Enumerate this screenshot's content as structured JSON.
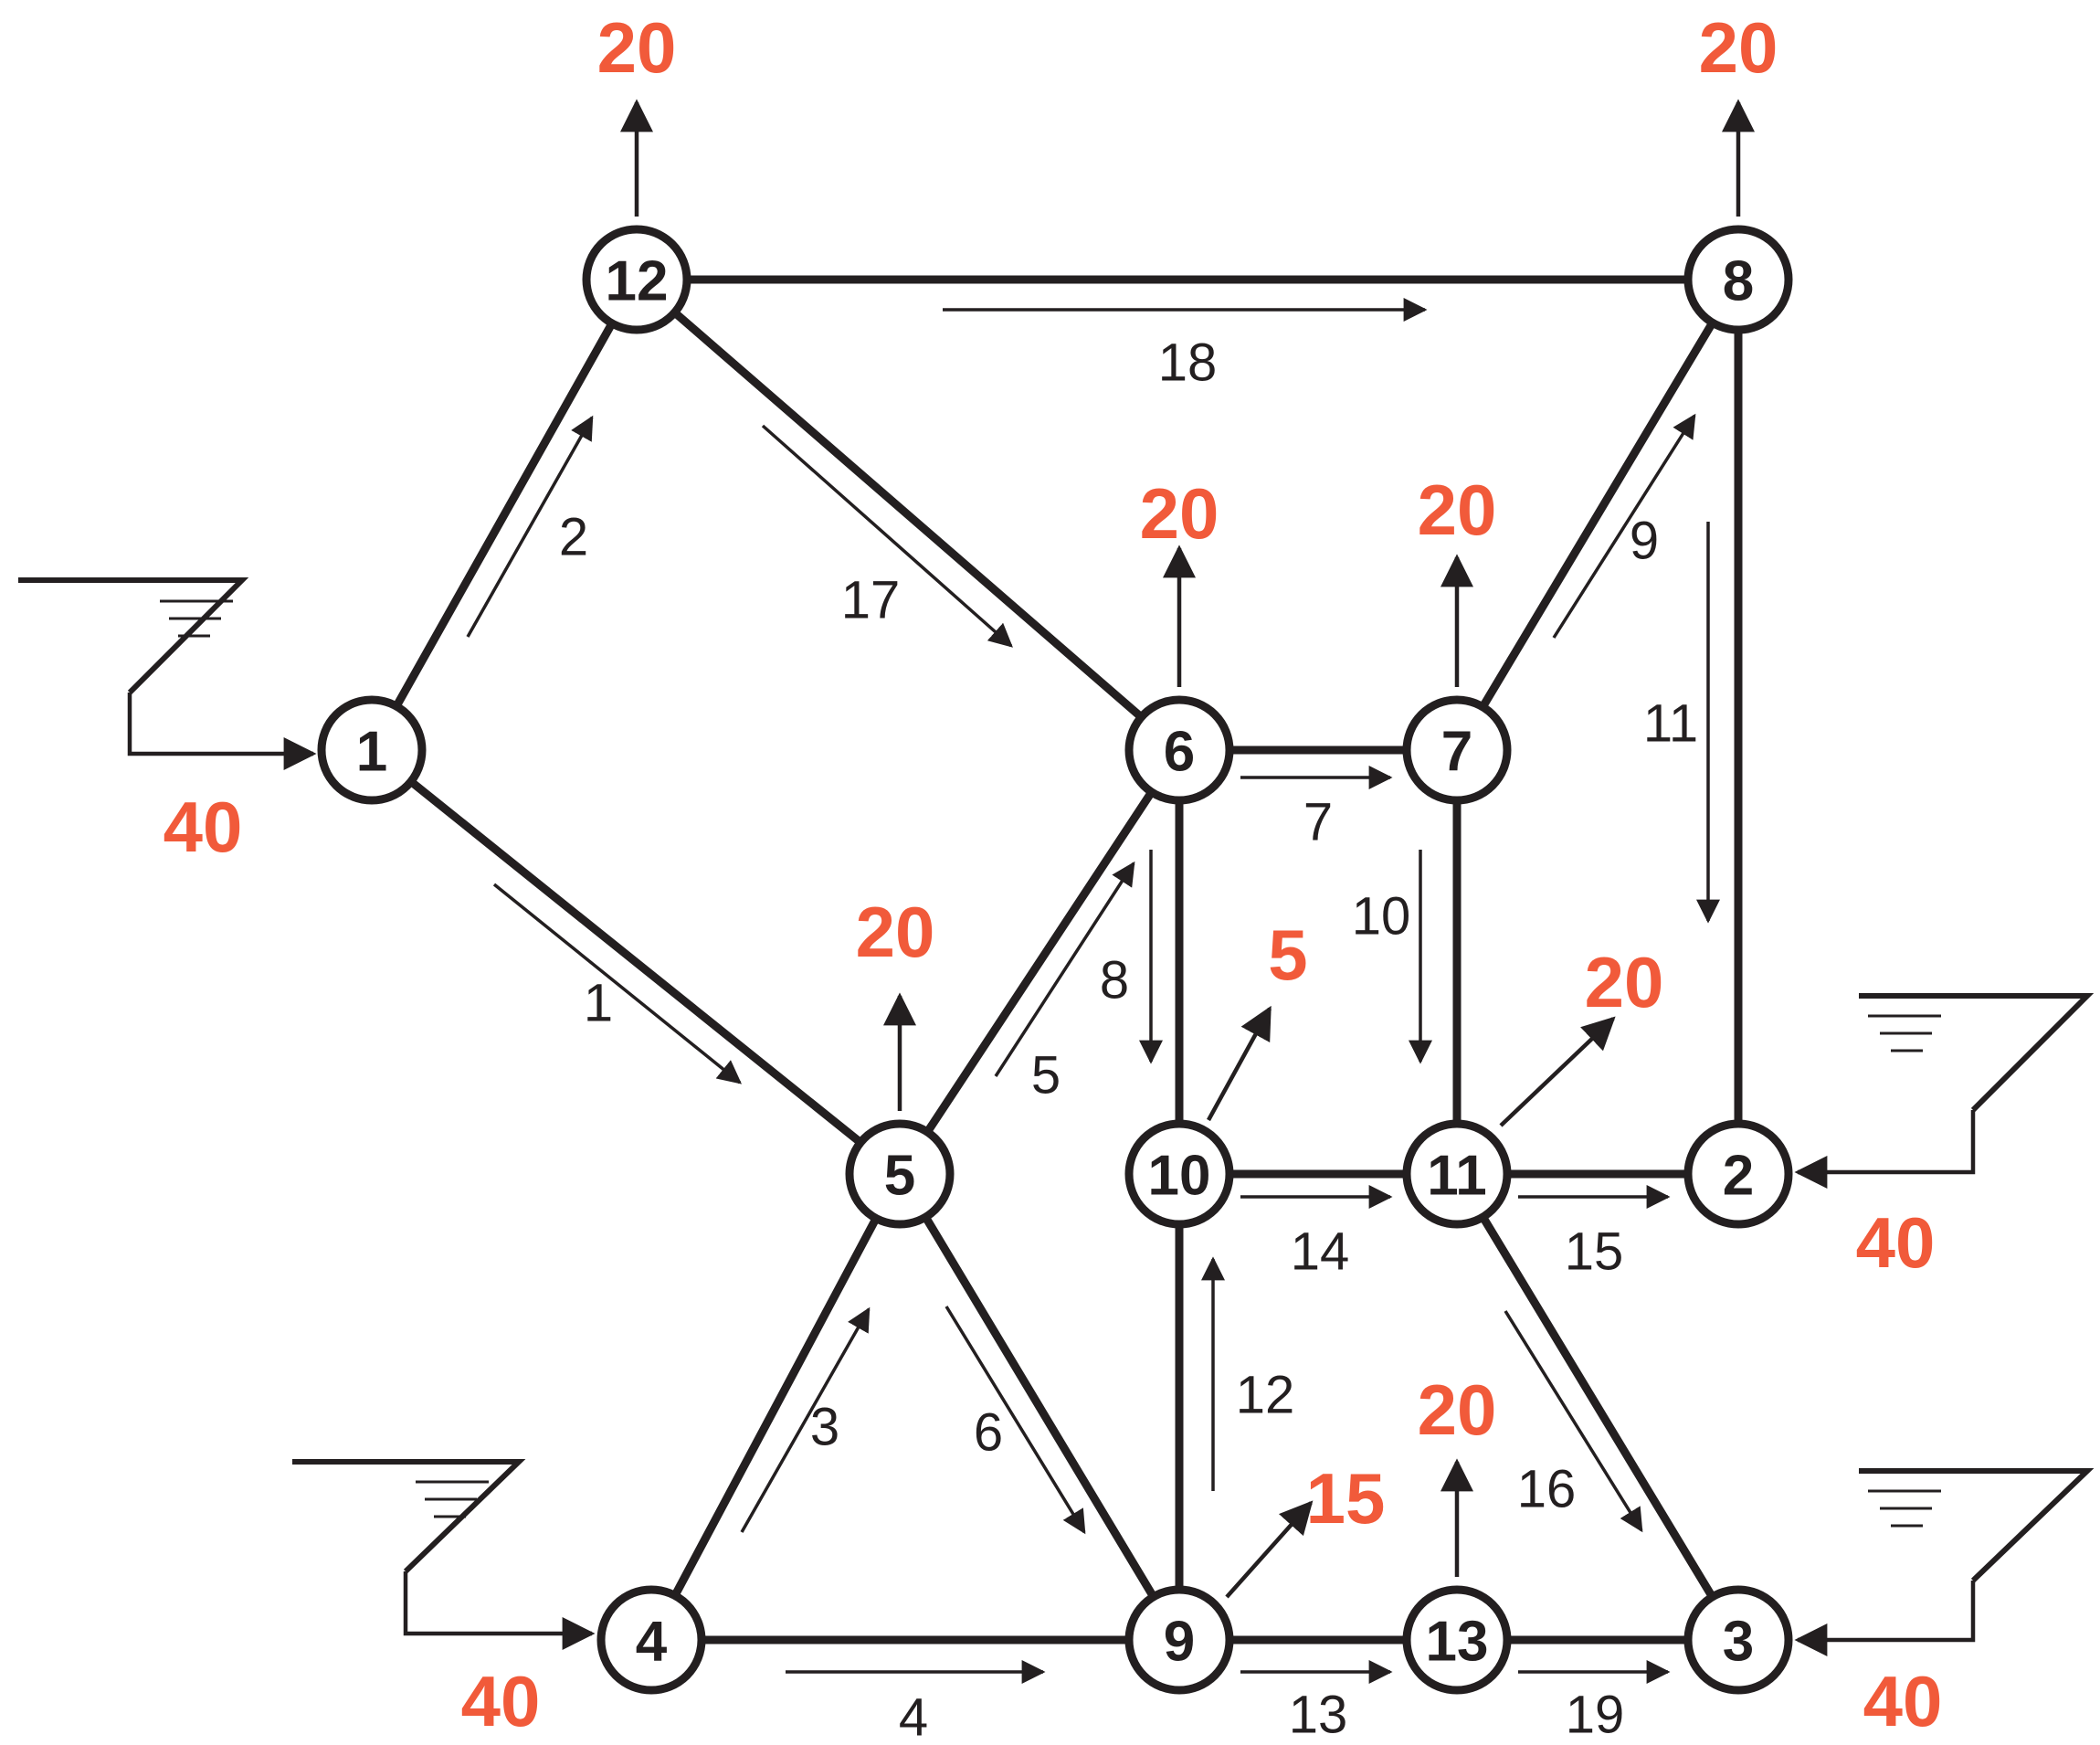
{
  "colors": {
    "ink": "#231f20",
    "accent": "#f15a3a"
  },
  "nodes": [
    {
      "id": "1",
      "label": "1"
    },
    {
      "id": "2",
      "label": "2"
    },
    {
      "id": "3",
      "label": "3"
    },
    {
      "id": "4",
      "label": "4"
    },
    {
      "id": "5",
      "label": "5"
    },
    {
      "id": "6",
      "label": "6"
    },
    {
      "id": "7",
      "label": "7"
    },
    {
      "id": "8",
      "label": "8"
    },
    {
      "id": "9",
      "label": "9"
    },
    {
      "id": "10",
      "label": "10"
    },
    {
      "id": "11",
      "label": "11"
    },
    {
      "id": "12",
      "label": "12"
    },
    {
      "id": "13",
      "label": "13"
    }
  ],
  "pipes": [
    {
      "label": "1",
      "from": "1",
      "to": "5"
    },
    {
      "label": "2",
      "from": "1",
      "to": "12"
    },
    {
      "label": "3",
      "from": "4",
      "to": "5"
    },
    {
      "label": "4",
      "from": "4",
      "to": "9"
    },
    {
      "label": "5",
      "from": "5",
      "to": "6"
    },
    {
      "label": "6",
      "from": "5",
      "to": "9"
    },
    {
      "label": "7",
      "from": "6",
      "to": "7"
    },
    {
      "label": "8",
      "from": "6",
      "to": "10"
    },
    {
      "label": "9",
      "from": "7",
      "to": "8"
    },
    {
      "label": "10",
      "from": "7",
      "to": "11"
    },
    {
      "label": "11",
      "from": "8",
      "to": "2"
    },
    {
      "label": "12",
      "from": "9",
      "to": "10"
    },
    {
      "label": "13",
      "from": "9",
      "to": "13"
    },
    {
      "label": "14",
      "from": "10",
      "to": "11"
    },
    {
      "label": "15",
      "from": "11",
      "to": "2"
    },
    {
      "label": "16",
      "from": "11",
      "to": "3"
    },
    {
      "label": "17",
      "from": "12",
      "to": "6"
    },
    {
      "label": "18",
      "from": "12",
      "to": "8"
    },
    {
      "label": "19",
      "from": "13",
      "to": "3"
    }
  ],
  "demands": [
    {
      "node": "12",
      "value": "20"
    },
    {
      "node": "8",
      "value": "20"
    },
    {
      "node": "6",
      "value": "20"
    },
    {
      "node": "7",
      "value": "20"
    },
    {
      "node": "5",
      "value": "20"
    },
    {
      "node": "10",
      "value": "5"
    },
    {
      "node": "11",
      "value": "20"
    },
    {
      "node": "9",
      "value": "15"
    },
    {
      "node": "13",
      "value": "20"
    }
  ],
  "sources": [
    {
      "node": "1",
      "value": "40"
    },
    {
      "node": "2",
      "value": "40"
    },
    {
      "node": "4",
      "value": "40"
    },
    {
      "node": "3",
      "value": "40"
    }
  ]
}
